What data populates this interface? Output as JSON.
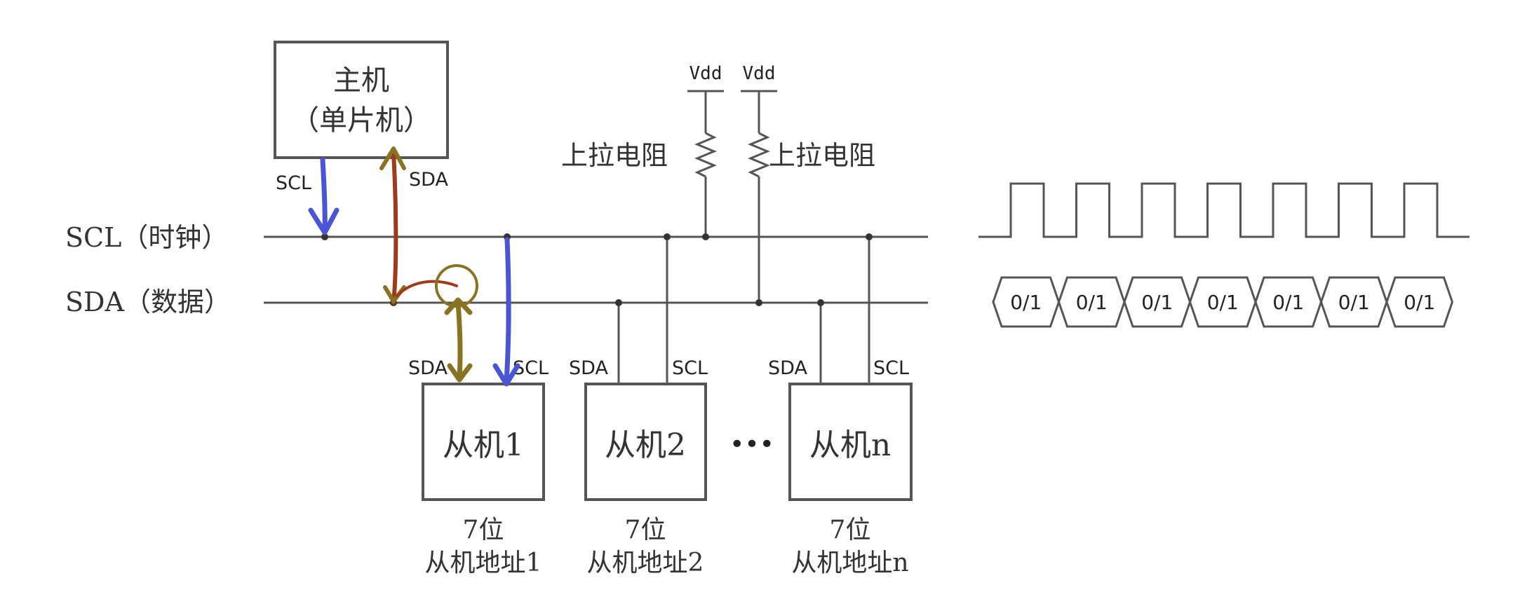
{
  "master": {
    "line1": "主机",
    "line2": "（单片机）",
    "scl_label": "SCL",
    "sda_label": "SDA"
  },
  "bus": {
    "scl_label": "SCL（时钟）",
    "sda_label": "SDA（数据）"
  },
  "pullups": {
    "vdd_left": "Vdd",
    "vdd_right": "Vdd",
    "resistor_left": "上拉电阻",
    "resistor_right": "上拉电阻"
  },
  "slaves": [
    {
      "name": "从机1",
      "sda_label": "SDA",
      "scl_label": "SCL",
      "addr_line1": "7位",
      "addr_line2": "从机地址1"
    },
    {
      "name": "从机2",
      "sda_label": "SDA",
      "scl_label": "SCL",
      "addr_line1": "7位",
      "addr_line2": "从机地址2"
    },
    {
      "name": "从机n",
      "sda_label": "SDA",
      "scl_label": "SCL",
      "addr_line1": "7位",
      "addr_line2": "从机地址n"
    }
  ],
  "ellipsis": "•••",
  "timing": {
    "clock_pulses": 7,
    "data_cells": [
      "0/1",
      "0/1",
      "0/1",
      "0/1",
      "0/1",
      "0/1",
      "0/1"
    ]
  },
  "colors": {
    "scl_annotation": "#4a55d6",
    "sda_annotation": "#8a7320",
    "sda_annotation_dark": "#a03a1a",
    "wire": "#555555"
  }
}
